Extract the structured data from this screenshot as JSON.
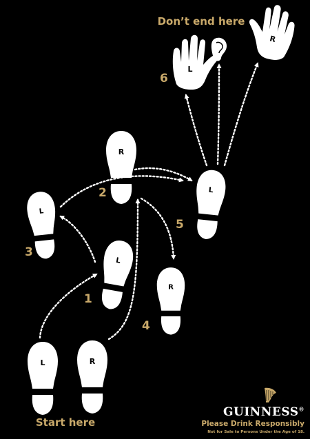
{
  "captions": {
    "top": "Don’t end here",
    "bottom": "Start here"
  },
  "steps": [
    {
      "number": "1",
      "foot": "L"
    },
    {
      "number": "2",
      "foot": "R"
    },
    {
      "number": "3",
      "foot": "L"
    },
    {
      "number": "4",
      "foot": "R"
    },
    {
      "number": "5",
      "foot": "L"
    },
    {
      "number": "6",
      "foot": "L"
    }
  ],
  "start_feet": [
    "L",
    "R"
  ],
  "hands": {
    "left": "L",
    "right": "R"
  },
  "brand": {
    "name": "GUINNESS",
    "registered": "®",
    "slogan": "Please Drink Responsibly",
    "legal": "Not for Sale to Persons Under the Age of 18."
  },
  "colors": {
    "background": "#000000",
    "shape": "#ffffff",
    "accent": "#c9a96a"
  }
}
